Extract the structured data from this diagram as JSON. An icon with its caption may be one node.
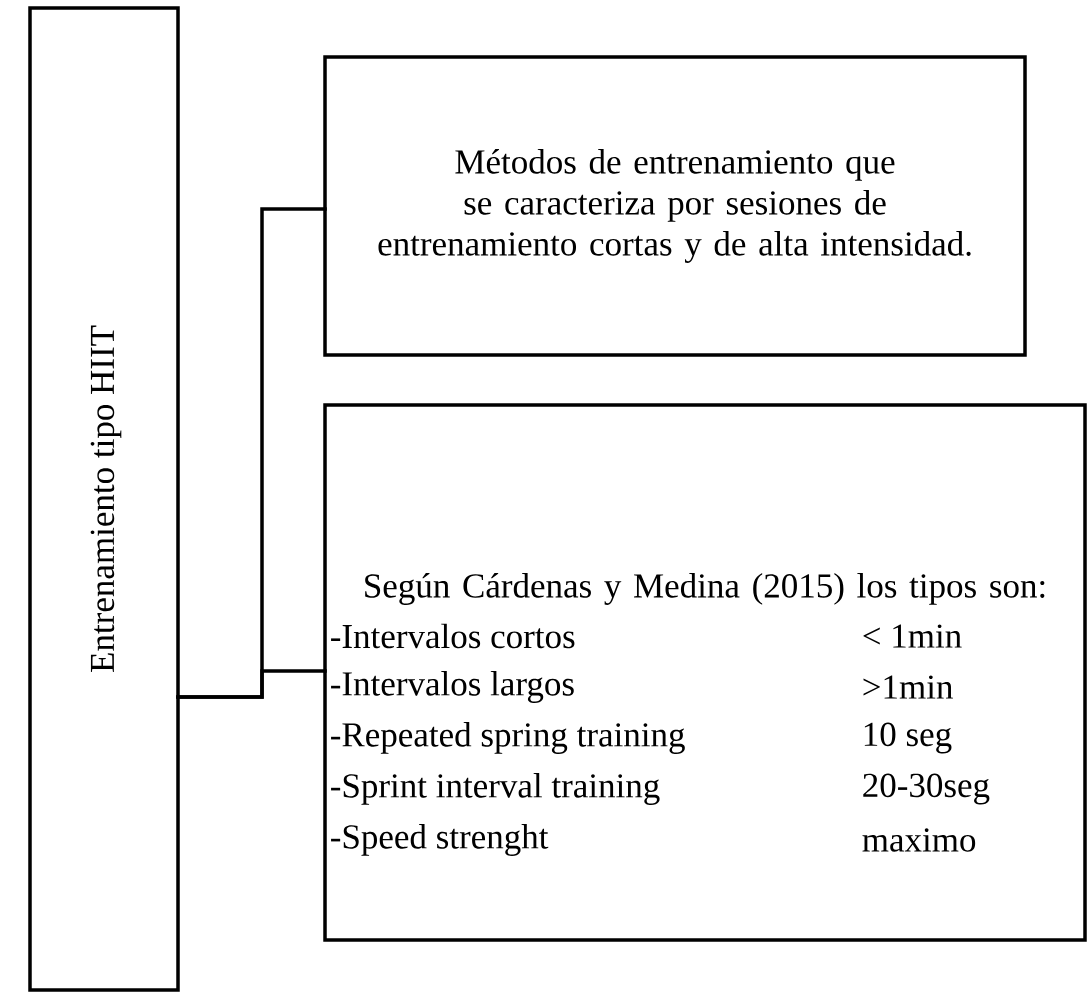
{
  "diagram": {
    "nodes": [
      {
        "text": [
          "Entrenamiento tipo HIIT"
        ]
      },
      {
        "text": [
          "Métodos de entrenamiento que se caracteriza por sesiones de entrenamiento cortas y de alta intensidad."
        ]
      },
      {
        "text": [
          "Según Cárdenas y Medina (2015) los tipos son:",
          "-Intervalos cortos",
          "< 1min",
          "-Intervalos largos",
          ">1min",
          "-Repeated spring training",
          "10 seg",
          "-Sprint interval training",
          "20-30seg",
          "-Speed strenght",
          "maximo"
        ]
      }
    ],
    "edges": [
      {
        "from": 0,
        "to": 1,
        "arrow": "none"
      },
      {
        "from": 0,
        "to": 2,
        "arrow": "none"
      }
    ]
  }
}
